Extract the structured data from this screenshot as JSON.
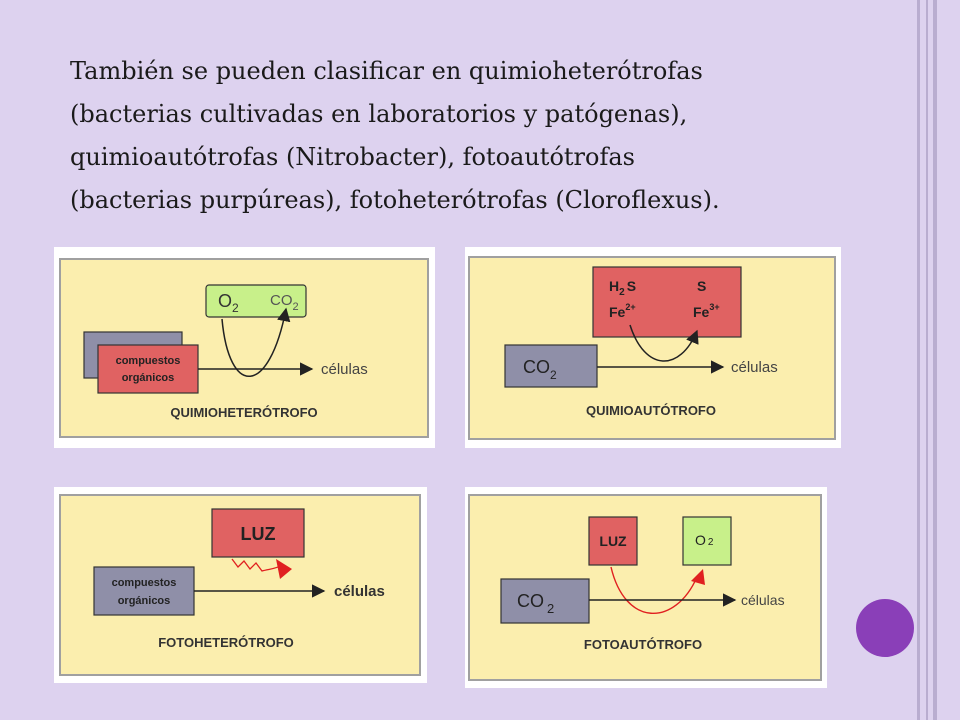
{
  "slide": {
    "paragraph_lines": [
      "También se pueden clasificar en quimioheterótrofas",
      "(bacterias cultivadas en laboratorios y patógenas),",
      "quimioautótrofas (Nitrobacter), fotoautótrofas",
      "(bacterias purpúreas), fotoheterótrofas (Cloroflexus)."
    ]
  },
  "colors": {
    "panel_fill": "#fbeeae",
    "panel_border": "#a0a0a0",
    "gray_box": "#8f8fa8",
    "red_box": "#e06262",
    "green_box": "#c8f08a",
    "accent_circle": "#8a3fb8"
  },
  "diagrams": {
    "quimioheterotrofo": {
      "box1": "compuestos",
      "box2": "orgánicos",
      "o2": "O",
      "o2_sub": "2",
      "co2": "CO",
      "co2_sub": "2",
      "cells": "células",
      "caption": "QUIMIOHETERÓTROFO"
    },
    "quimioautotrofo": {
      "h2s": "H",
      "h2s_sub": "2",
      "h2s_s": "S",
      "fe_left": "Fe",
      "fe_left_sup": "2+",
      "s_right": "S",
      "fe_right": "Fe",
      "fe_right_sup": "3+",
      "co2": "CO",
      "co2_sub": "2",
      "cells": "células",
      "caption": "QUIMIOAUTÓTROFO"
    },
    "fotoheterotrofo": {
      "luz": "LUZ",
      "box1": "compuestos",
      "box2": "orgánicos",
      "cells": "células",
      "caption": "FOTOHETERÓTROFO"
    },
    "fotoautotrofo": {
      "luz": "LUZ",
      "o2": "O",
      "o2_sub": "2",
      "co2": "CO",
      "co2_sub": "2",
      "cells": "células",
      "caption": "FOTOAUTÓTROFO"
    }
  }
}
